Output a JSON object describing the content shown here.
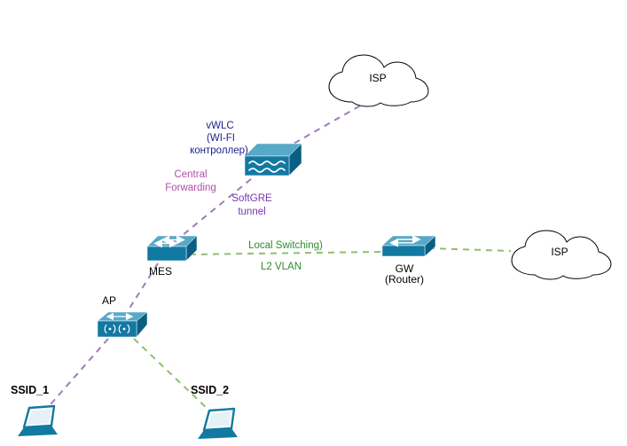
{
  "diagram": {
    "nodes": {
      "isp_top": {
        "type": "cloud-icon",
        "label": "ISP"
      },
      "isp_right": {
        "type": "cloud-icon",
        "label": "ISP"
      },
      "vwlc": {
        "type": "wireless-controller-icon",
        "label_lines": [
          "vWLC",
          "(WI-FI",
          "контроллер)"
        ]
      },
      "mes": {
        "type": "switch-icon",
        "label": "MES"
      },
      "gw": {
        "type": "router-icon",
        "label_lines": [
          "GW",
          "(Router)"
        ]
      },
      "ap": {
        "type": "access-point-icon",
        "label": "AP"
      },
      "laptop1": {
        "type": "laptop-icon",
        "label": "SSID_1"
      },
      "laptop2": {
        "type": "laptop-icon",
        "label": "SSID_2"
      }
    },
    "connections": [
      {
        "from": "isp_top",
        "to": "vwlc",
        "line": "dashed-purple",
        "labels": []
      },
      {
        "from": "vwlc",
        "to": "mes",
        "line": "dashed-purple",
        "labels": [
          [
            "Central",
            "Forwarding"
          ],
          [
            "SoftGRE",
            "tunnel"
          ]
        ]
      },
      {
        "from": "mes",
        "to": "ap",
        "line": "dashed-purple",
        "labels": []
      },
      {
        "from": "ap",
        "to": "laptop1",
        "line": "dashed-purple",
        "labels": []
      },
      {
        "from": "mes",
        "to": "gw",
        "line": "dashed-green",
        "labels": [
          [
            "Local Switching)"
          ],
          [
            "L2 VLAN"
          ]
        ]
      },
      {
        "from": "gw",
        "to": "isp_right",
        "line": "dashed-green",
        "labels": []
      },
      {
        "from": "ap",
        "to": "laptop2",
        "line": "dashed-green",
        "labels": []
      }
    ],
    "colors": {
      "purple_line": "#9e7cb8",
      "green_line": "#8fbf70",
      "magenta_text": "#b04fa8",
      "purple_text": "#7a35b2",
      "green_text": "#2e8b2e",
      "navy_text": "#20208c",
      "device_front": "#1279a2",
      "device_top": "#56a9c7",
      "device_side": "#0b5e83",
      "cloud_fill": "#ffffff",
      "cloud_stroke": "#000000",
      "label_text": "#000000",
      "background": "#ffffff"
    }
  }
}
